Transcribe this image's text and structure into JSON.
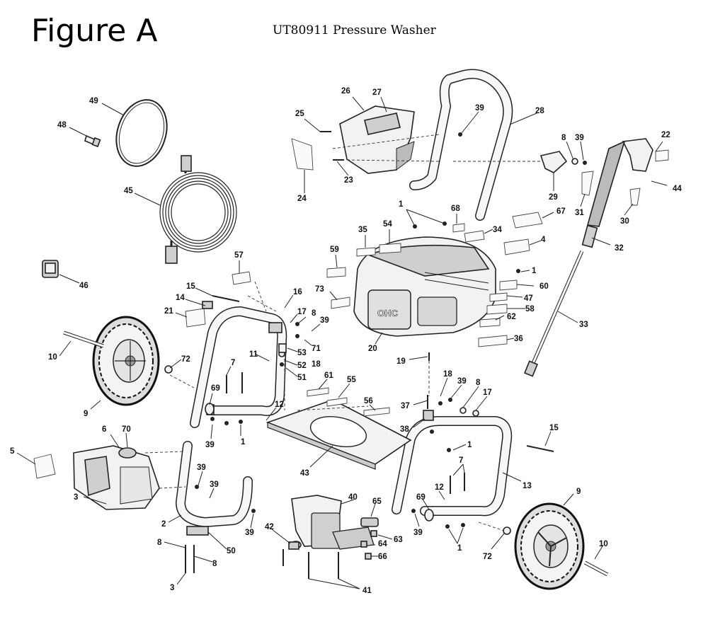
{
  "header": {
    "figure_label": "Figure A",
    "model_title": "UT80911 Pressure Washer"
  },
  "callouts": [
    {
      "id": "c49",
      "text": "49"
    },
    {
      "id": "c48",
      "text": "48"
    },
    {
      "id": "c45",
      "text": "45"
    },
    {
      "id": "c46",
      "text": "46"
    },
    {
      "id": "c57",
      "text": "57"
    },
    {
      "id": "c15a",
      "text": "15"
    },
    {
      "id": "c14",
      "text": "14"
    },
    {
      "id": "c21",
      "text": "21"
    },
    {
      "id": "c16",
      "text": "16"
    },
    {
      "id": "c17a",
      "text": "17"
    },
    {
      "id": "c8a",
      "text": "8"
    },
    {
      "id": "c39a",
      "text": "39"
    },
    {
      "id": "c71",
      "text": "71"
    },
    {
      "id": "c18a",
      "text": "18"
    },
    {
      "id": "c53",
      "text": "53"
    },
    {
      "id": "c52",
      "text": "52"
    },
    {
      "id": "c51",
      "text": "51"
    },
    {
      "id": "c11",
      "text": "11"
    },
    {
      "id": "c10a",
      "text": "10"
    },
    {
      "id": "c72a",
      "text": "72"
    },
    {
      "id": "c9a",
      "text": "9"
    },
    {
      "id": "c7a",
      "text": "7"
    },
    {
      "id": "c69a",
      "text": "69"
    },
    {
      "id": "c12a",
      "text": "12"
    },
    {
      "id": "c39b",
      "text": "39"
    },
    {
      "id": "c1a",
      "text": "1"
    },
    {
      "id": "c6",
      "text": "6"
    },
    {
      "id": "c70",
      "text": "70"
    },
    {
      "id": "c5",
      "text": "5"
    },
    {
      "id": "c3a",
      "text": "3"
    },
    {
      "id": "c2",
      "text": "2"
    },
    {
      "id": "c39c",
      "text": "39"
    },
    {
      "id": "c39d",
      "text": "39"
    },
    {
      "id": "c39e",
      "text": "39"
    },
    {
      "id": "c8b",
      "text": "8"
    },
    {
      "id": "c50",
      "text": "50"
    },
    {
      "id": "c8c",
      "text": "8"
    },
    {
      "id": "c3b",
      "text": "3"
    },
    {
      "id": "c26",
      "text": "26"
    },
    {
      "id": "c27",
      "text": "27"
    },
    {
      "id": "c25",
      "text": "25"
    },
    {
      "id": "c39f",
      "text": "39"
    },
    {
      "id": "c28",
      "text": "28"
    },
    {
      "id": "c24",
      "text": "24"
    },
    {
      "id": "c23",
      "text": "23"
    },
    {
      "id": "c8d",
      "text": "8"
    },
    {
      "id": "c39g",
      "text": "39"
    },
    {
      "id": "c22",
      "text": "22"
    },
    {
      "id": "c29",
      "text": "29"
    },
    {
      "id": "c44",
      "text": "44"
    },
    {
      "id": "c31",
      "text": "31"
    },
    {
      "id": "c30",
      "text": "30"
    },
    {
      "id": "c1b",
      "text": "1"
    },
    {
      "id": "c68",
      "text": "68"
    },
    {
      "id": "c67",
      "text": "67"
    },
    {
      "id": "c35",
      "text": "35"
    },
    {
      "id": "c54",
      "text": "54"
    },
    {
      "id": "c34",
      "text": "34"
    },
    {
      "id": "c4",
      "text": "4"
    },
    {
      "id": "c32",
      "text": "32"
    },
    {
      "id": "c59",
      "text": "59"
    },
    {
      "id": "c1c",
      "text": "1"
    },
    {
      "id": "c60",
      "text": "60"
    },
    {
      "id": "c73",
      "text": "73"
    },
    {
      "id": "c47",
      "text": "47"
    },
    {
      "id": "c58",
      "text": "58"
    },
    {
      "id": "c62",
      "text": "62"
    },
    {
      "id": "c33",
      "text": "33"
    },
    {
      "id": "c36",
      "text": "36"
    },
    {
      "id": "c20",
      "text": "20"
    },
    {
      "id": "c19",
      "text": "19"
    },
    {
      "id": "c61",
      "text": "61"
    },
    {
      "id": "c55",
      "text": "55"
    },
    {
      "id": "c56",
      "text": "56"
    },
    {
      "id": "c18b",
      "text": "18"
    },
    {
      "id": "c39h",
      "text": "39"
    },
    {
      "id": "c8e",
      "text": "8"
    },
    {
      "id": "c17b",
      "text": "17"
    },
    {
      "id": "c37",
      "text": "37"
    },
    {
      "id": "c38",
      "text": "38"
    },
    {
      "id": "c15b",
      "text": "15"
    },
    {
      "id": "c1d",
      "text": "1"
    },
    {
      "id": "c43",
      "text": "43"
    },
    {
      "id": "c7b",
      "text": "7"
    },
    {
      "id": "c13",
      "text": "13"
    },
    {
      "id": "c12b",
      "text": "12"
    },
    {
      "id": "c69b",
      "text": "69"
    },
    {
      "id": "c9b",
      "text": "9"
    },
    {
      "id": "c39i",
      "text": "39"
    },
    {
      "id": "c40",
      "text": "40"
    },
    {
      "id": "c65",
      "text": "65"
    },
    {
      "id": "c42",
      "text": "42"
    },
    {
      "id": "c63",
      "text": "63"
    },
    {
      "id": "c64",
      "text": "64"
    },
    {
      "id": "c66",
      "text": "66"
    },
    {
      "id": "c1e",
      "text": "1"
    },
    {
      "id": "c72b",
      "text": "72"
    },
    {
      "id": "c10b",
      "text": "10"
    },
    {
      "id": "c41",
      "text": "41"
    }
  ]
}
